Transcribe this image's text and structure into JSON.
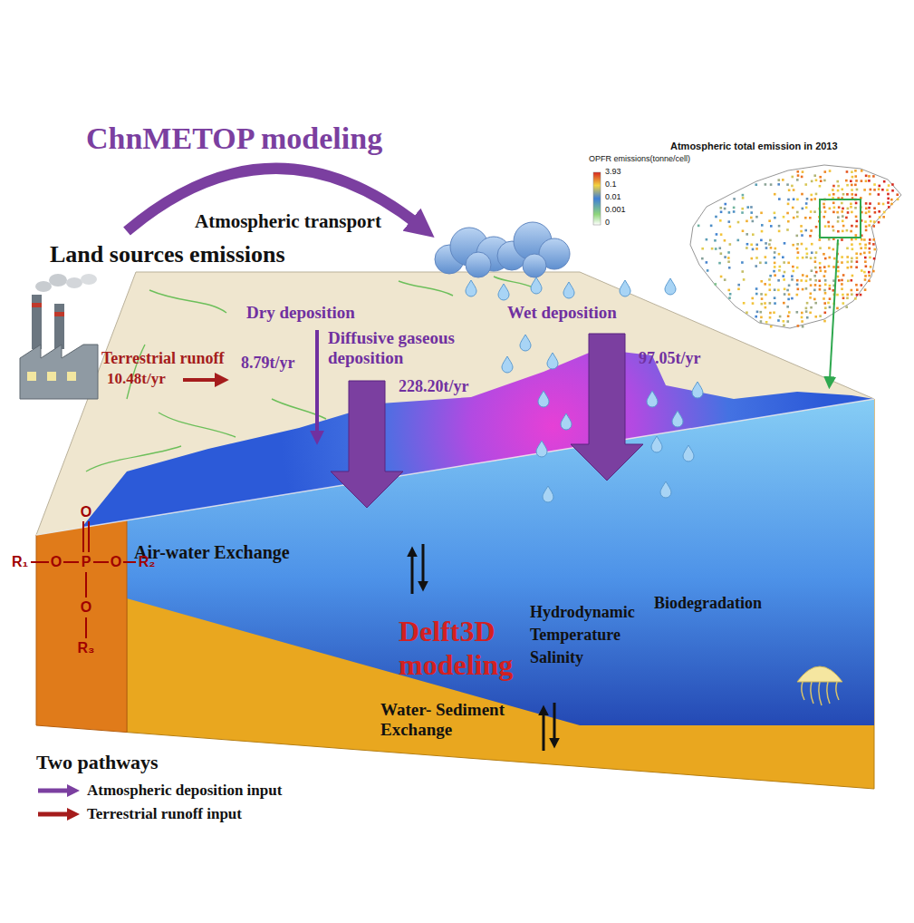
{
  "diagram": {
    "labels": [
      "ChnMETOP modeling",
      "Atmospheric transport",
      "Land sources emissions",
      "Dry deposition",
      "8.79t/yr",
      "Diffusive gaseous deposition",
      "228.20t/yr",
      "Wet deposition",
      "97.05t/yr",
      "Terrestrial runoff",
      "10.48t/yr",
      "Air-water Exchange",
      "Delft3D modeling",
      "Hydrodynamic",
      "Biodegradation",
      "Temperature",
      "Salinity",
      "Water- Sediment Exchange",
      "Two pathways",
      "Atmospheric total emission in 2013",
      "3.93",
      "0.1",
      "0.01",
      "0.001",
      "0",
      "OPFR emissions(tonne/cell)",
      "O",
      "R₁",
      "O",
      "P",
      "O",
      "R₂",
      "O",
      "R₃"
    ],
    "legend": [
      {
        "text": "Atmospheric deposition input"
      },
      {
        "text": "Terrestrial runoff input"
      }
    ]
  }
}
